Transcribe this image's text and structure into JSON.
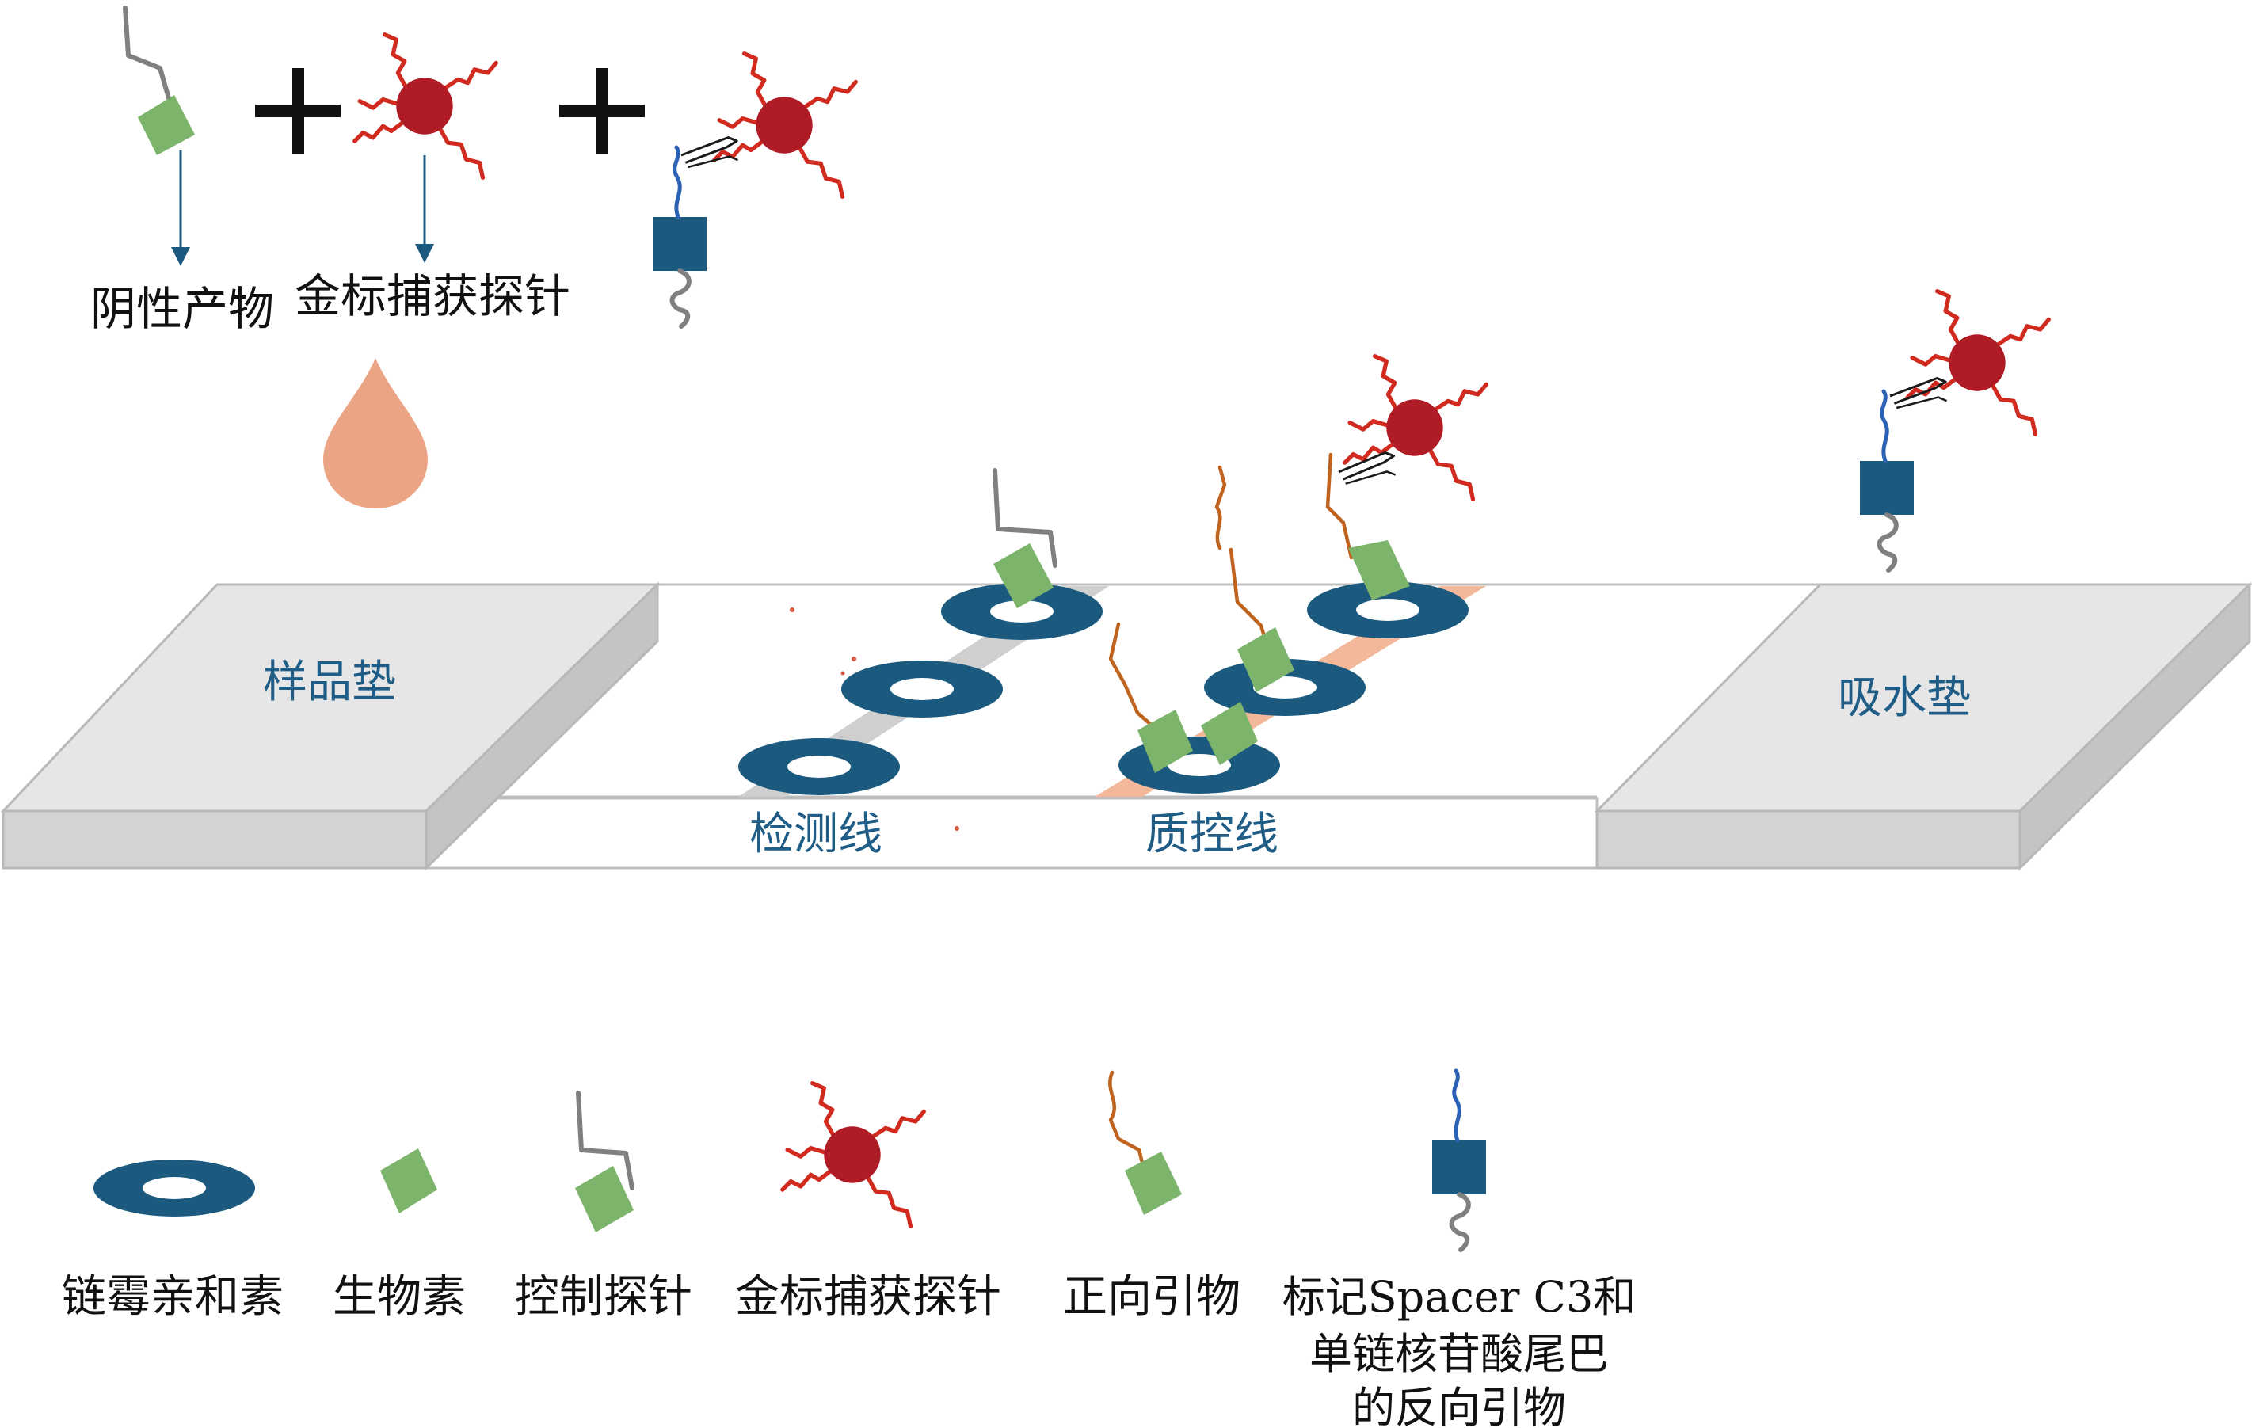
{
  "top_labels": {
    "negative_product": "阴性产物",
    "gold_capture_probe": "金标捕获探针"
  },
  "strip": {
    "sample_pad": "样品垫",
    "absorbent_pad": "吸水垫",
    "test_line": "检测线",
    "control_line": "质控线"
  },
  "legend": {
    "streptavidin": "链霉亲和素",
    "biotin": "生物素",
    "control_probe": "控制探针",
    "gold_capture_probe": "金标捕获探针",
    "forward_primer": "正向引物",
    "reverse_primer_line1": "标记Spacer C3和",
    "reverse_primer_line2": "单链核苷酸尾巴",
    "reverse_primer_line3": "的反向引物"
  },
  "colors": {
    "streptavidin": "#1b5a7e",
    "biotin": "#7db46c",
    "gold_particle": "#b01c25",
    "gold_arms": "#d12b20",
    "forward_primer": "#c0631f",
    "reverse_primer_tail": "#2b62b5",
    "spacer_box": "#1b5a7e",
    "probe_strand": "#808080",
    "control_line_band": "#f3b89a",
    "test_line_band": "#cfcfcf",
    "droplet": "#eba585",
    "pad": "#e6e6e6",
    "label_blue": "#1f5c86"
  }
}
